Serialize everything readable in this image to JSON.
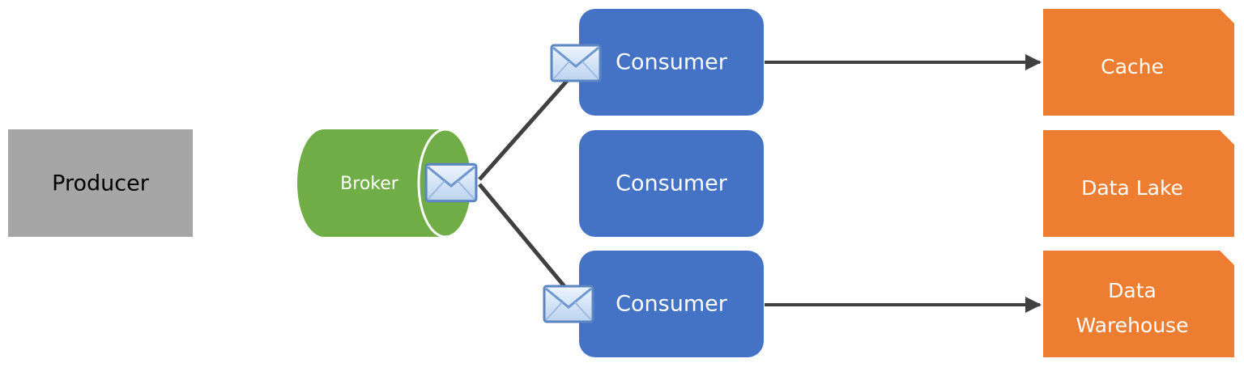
{
  "producer": {
    "label": "Producer"
  },
  "broker": {
    "label": "Broker"
  },
  "consumers": [
    {
      "label": "Consumer"
    },
    {
      "label": "Consumer"
    },
    {
      "label": "Consumer"
    }
  ],
  "destinations": [
    {
      "lines": [
        "Cache"
      ]
    },
    {
      "lines": [
        "Data Lake"
      ]
    },
    {
      "lines": [
        "Data",
        "Warehouse"
      ]
    }
  ],
  "colors": {
    "producer": "#a6a6a6",
    "broker": "#70ad47",
    "consumer": "#4472c4",
    "destination": "#ed7d31",
    "connector": "#404040",
    "envelope": "#cfe0f5"
  },
  "icons": {
    "message": "envelope-icon"
  }
}
